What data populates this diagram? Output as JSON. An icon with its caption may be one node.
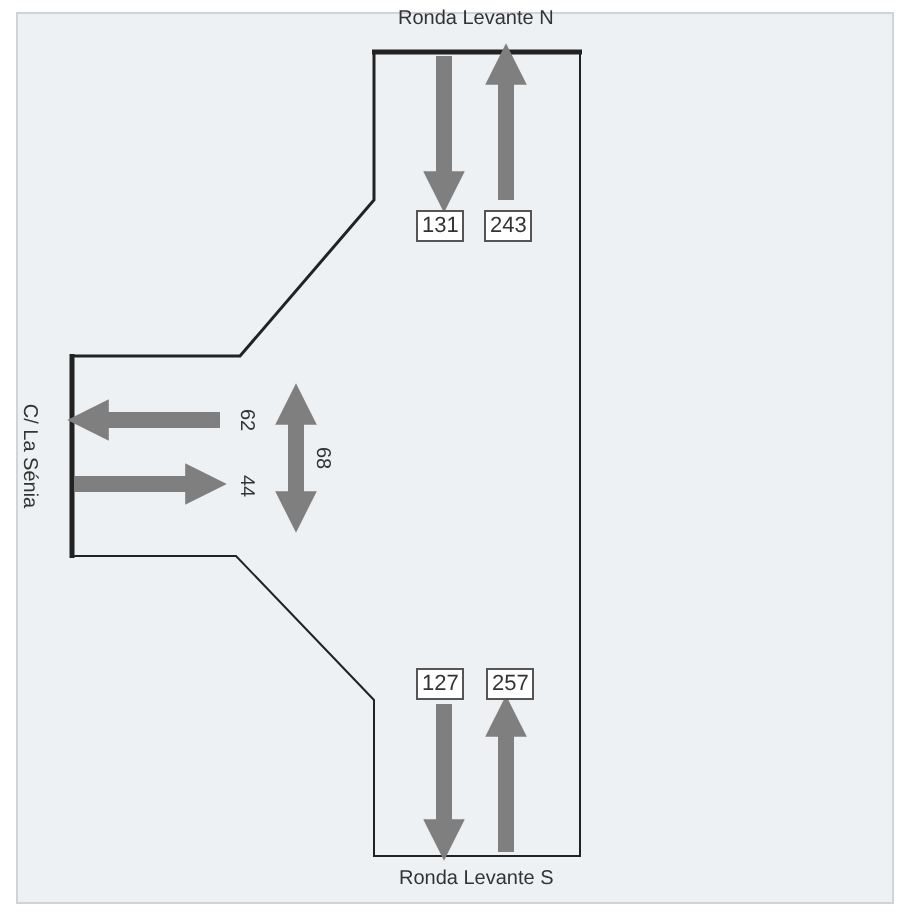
{
  "diagram": {
    "labels": [
      "Ronda Levante N",
      "131",
      "243",
      "62",
      "68",
      "44",
      "C/ La Sénia",
      "127",
      "257",
      "Ronda Levante S"
    ]
  }
}
